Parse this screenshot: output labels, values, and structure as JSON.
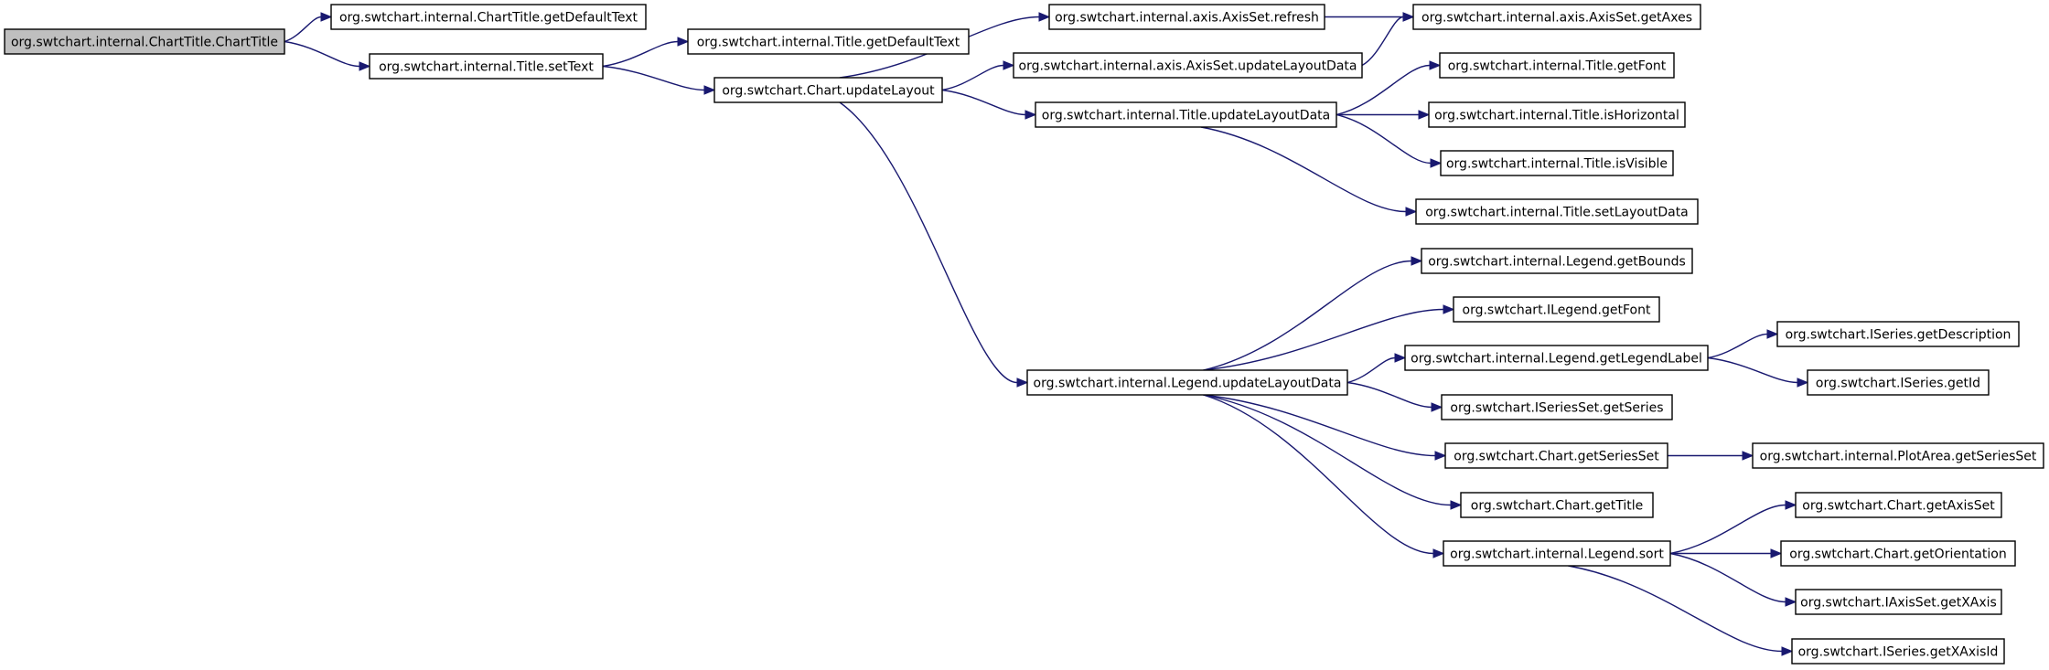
{
  "diagram": {
    "type": "call-graph",
    "edge_color": "#191970",
    "root_fill": "#bfbfbf",
    "nodes": [
      {
        "id": "root",
        "label": "org.swtchart.internal.ChartTitle.ChartTitle",
        "root": true
      },
      {
        "id": "ctDefault",
        "label": "org.swtchart.internal.ChartTitle.getDefaultText"
      },
      {
        "id": "setText",
        "label": "org.swtchart.internal.Title.setText"
      },
      {
        "id": "tDefault",
        "label": "org.swtchart.internal.Title.getDefaultText"
      },
      {
        "id": "updateLayout",
        "label": "org.swtchart.Chart.updateLayout"
      },
      {
        "id": "axRefresh",
        "label": "org.swtchart.internal.axis.AxisSet.refresh"
      },
      {
        "id": "axUpdate",
        "label": "org.swtchart.internal.axis.AxisSet.updateLayoutData"
      },
      {
        "id": "tUpdate",
        "label": "org.swtchart.internal.Title.updateLayoutData"
      },
      {
        "id": "lgUpdate",
        "label": "org.swtchart.internal.Legend.updateLayoutData"
      },
      {
        "id": "getAxes",
        "label": "org.swtchart.internal.axis.AxisSet.getAxes"
      },
      {
        "id": "tGetFont",
        "label": "org.swtchart.internal.Title.getFont"
      },
      {
        "id": "tIsHoriz",
        "label": "org.swtchart.internal.Title.isHorizontal"
      },
      {
        "id": "tIsVis",
        "label": "org.swtchart.internal.Title.isVisible"
      },
      {
        "id": "tSetLD",
        "label": "org.swtchart.internal.Title.setLayoutData"
      },
      {
        "id": "lgBounds",
        "label": "org.swtchart.internal.Legend.getBounds"
      },
      {
        "id": "ilGetFont",
        "label": "org.swtchart.ILegend.getFont"
      },
      {
        "id": "lgLabel",
        "label": "org.swtchart.internal.Legend.getLegendLabel"
      },
      {
        "id": "issGetSeries",
        "label": "org.swtchart.ISeriesSet.getSeries"
      },
      {
        "id": "cGetSeriesSet",
        "label": "org.swtchart.Chart.getSeriesSet"
      },
      {
        "id": "cGetTitle",
        "label": "org.swtchart.Chart.getTitle"
      },
      {
        "id": "lgSort",
        "label": "org.swtchart.internal.Legend.sort"
      },
      {
        "id": "isGetDesc",
        "label": "org.swtchart.ISeries.getDescription"
      },
      {
        "id": "isGetId",
        "label": "org.swtchart.ISeries.getId"
      },
      {
        "id": "paGetSS",
        "label": "org.swtchart.internal.PlotArea.getSeriesSet"
      },
      {
        "id": "cGetAxisSet",
        "label": "org.swtchart.Chart.getAxisSet"
      },
      {
        "id": "cGetOrient",
        "label": "org.swtchart.Chart.getOrientation"
      },
      {
        "id": "iasGetX",
        "label": "org.swtchart.IAxisSet.getXAxis"
      },
      {
        "id": "isGetXId",
        "label": "org.swtchart.ISeries.getXAxisId"
      }
    ],
    "edges": [
      [
        "root",
        "ctDefault"
      ],
      [
        "root",
        "setText"
      ],
      [
        "setText",
        "tDefault"
      ],
      [
        "setText",
        "updateLayout"
      ],
      [
        "updateLayout",
        "axRefresh"
      ],
      [
        "updateLayout",
        "axUpdate"
      ],
      [
        "updateLayout",
        "tUpdate"
      ],
      [
        "updateLayout",
        "lgUpdate"
      ],
      [
        "axRefresh",
        "getAxes"
      ],
      [
        "axUpdate",
        "getAxes"
      ],
      [
        "tUpdate",
        "tGetFont"
      ],
      [
        "tUpdate",
        "tIsHoriz"
      ],
      [
        "tUpdate",
        "tIsVis"
      ],
      [
        "tUpdate",
        "tSetLD"
      ],
      [
        "lgUpdate",
        "lgBounds"
      ],
      [
        "lgUpdate",
        "ilGetFont"
      ],
      [
        "lgUpdate",
        "lgLabel"
      ],
      [
        "lgUpdate",
        "issGetSeries"
      ],
      [
        "lgUpdate",
        "cGetSeriesSet"
      ],
      [
        "lgUpdate",
        "cGetTitle"
      ],
      [
        "lgUpdate",
        "lgSort"
      ],
      [
        "lgLabel",
        "isGetDesc"
      ],
      [
        "lgLabel",
        "isGetId"
      ],
      [
        "cGetSeriesSet",
        "paGetSS"
      ],
      [
        "lgSort",
        "cGetAxisSet"
      ],
      [
        "lgSort",
        "cGetOrient"
      ],
      [
        "lgSort",
        "iasGetX"
      ],
      [
        "lgSort",
        "isGetXId"
      ]
    ]
  }
}
